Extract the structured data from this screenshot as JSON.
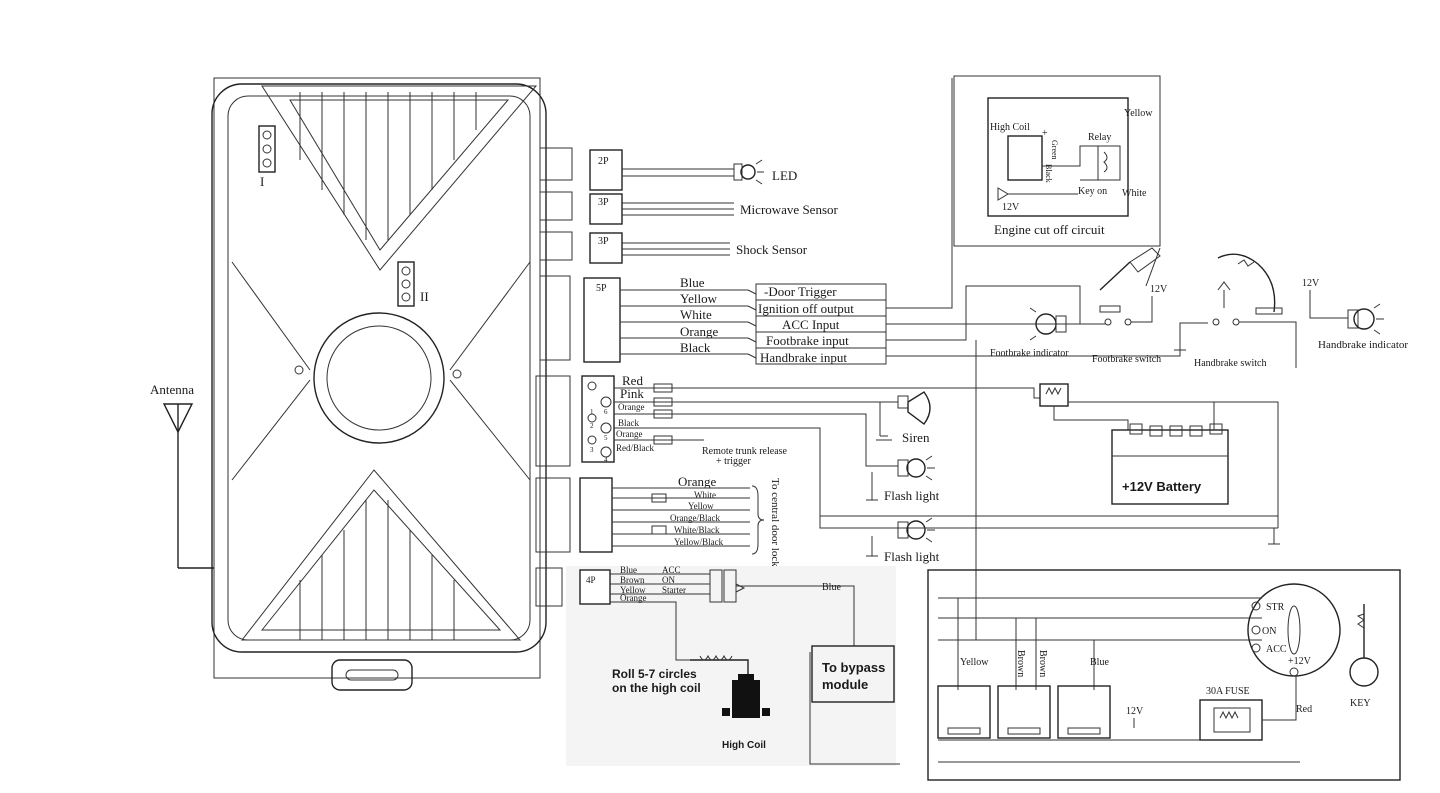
{
  "unit": {
    "port_I": "I",
    "port_II": "II"
  },
  "connectors": {
    "c2p": "2P",
    "c3p_a": "3P",
    "c3p_b": "3P",
    "c5p": "5P",
    "c4p": "4P"
  },
  "labels": {
    "led": "LED",
    "microwave": "Microwave Sensor",
    "shock": "Shock Sensor",
    "antenna": "Antenna",
    "siren": "Siren",
    "flash1": "Flash light",
    "flash2": "Flash light",
    "battery": "+12V Battery",
    "central_lock": "To central door lock",
    "remote_trunk": "Remote trunk release",
    "remote_trunk2": "+ trigger",
    "roll": "Roll 5-7 circles",
    "roll2": "on the high coil",
    "high_coil": "High Coil",
    "bypass1": "To bypass",
    "bypass2": "module",
    "bypass_blue": "Blue",
    "key": "KEY",
    "fuse": "30A FUSE",
    "red": "Red",
    "v12_fuse": "12V",
    "v12_ign": "+12V",
    "str": "STR",
    "on": "ON",
    "acc": "ACC",
    "relay_yellow": "Yellow",
    "relay_brown1": "Brown",
    "relay_brown2": "Brown",
    "relay_blue": "Blue"
  },
  "five_pin": {
    "wires": [
      "Blue",
      "Yellow",
      "White",
      "Orange",
      "Black"
    ],
    "functions": [
      "-Door  Trigger",
      "Ignition off output",
      "ACC Input",
      "Footbrake input",
      "Handbrake input"
    ]
  },
  "siren_block": {
    "wires": [
      "Red",
      "Pink",
      "Orange",
      "Black",
      "Orange",
      "Red/Black"
    ],
    "pins": [
      "1",
      "6",
      "2",
      "5",
      "3",
      "4"
    ]
  },
  "door_lock": {
    "title": "Orange",
    "wires": [
      "White",
      "Yellow",
      "Orange/Black",
      "White/Black",
      "Yellow/Black"
    ]
  },
  "four_pin": {
    "wires": [
      "Blue",
      "Brown",
      "Yellow",
      "Orange"
    ],
    "functions": [
      "ACC",
      "ON",
      "Starter"
    ]
  },
  "engine_cut": {
    "title": "Engine cut off circuit",
    "high_coil": "High Coil",
    "relay": "Relay",
    "yellow": "Yellow",
    "white": "White",
    "green": "Green",
    "black": "Black",
    "key_on": "Key on",
    "v12": "12V",
    "plus": "+"
  },
  "brakes": {
    "footbrake_indicator": "Footbrake indicator",
    "footbrake_switch": "Footbrake switch",
    "handbrake_switch": "Handbrake switch",
    "handbrake_indicator": "Handbrake indicator",
    "v12_a": "12V",
    "v12_b": "12V"
  }
}
